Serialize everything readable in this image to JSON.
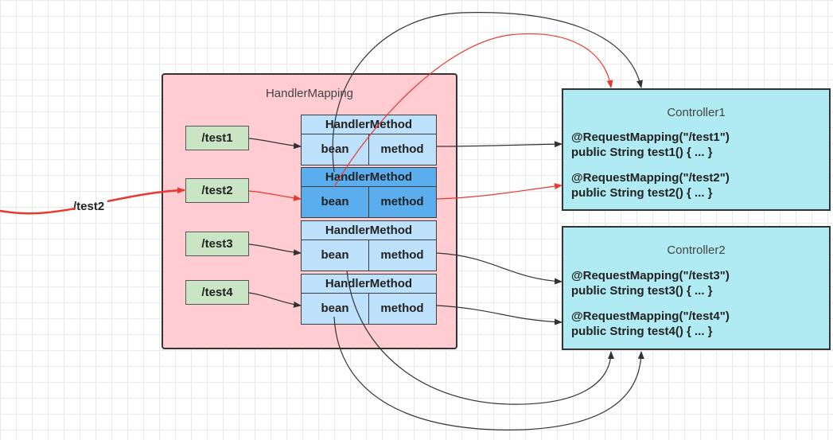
{
  "handler_mapping": {
    "title": "HandlerMapping",
    "paths": [
      "/test1",
      "/test2",
      "/test3",
      "/test4"
    ],
    "handler_methods": [
      {
        "header": "HandlerMethod",
        "bean": "bean",
        "method": "method",
        "active": false
      },
      {
        "header": "HandlerMethod",
        "bean": "bean",
        "method": "method",
        "active": true
      },
      {
        "header": "HandlerMethod",
        "bean": "bean",
        "method": "method",
        "active": false
      },
      {
        "header": "HandlerMethod",
        "bean": "bean",
        "method": "method",
        "active": false
      }
    ]
  },
  "request": {
    "label": "/test2"
  },
  "controllers": [
    {
      "title": "Controller1",
      "methods": [
        {
          "mapping": "@RequestMapping(\"/test1\")",
          "signature": "public String test1() { ... }"
        },
        {
          "mapping": "@RequestMapping(\"/test2\")",
          "signature": "public String test2() { ... }"
        }
      ]
    },
    {
      "title": "Controller2",
      "methods": [
        {
          "mapping": "@RequestMapping(\"/test3\")",
          "signature": "public String test3() { ... }"
        },
        {
          "mapping": "@RequestMapping(\"/test4\")",
          "signature": "public String test4() { ... }"
        }
      ]
    }
  ],
  "colors": {
    "handler_mapping_fill": "#ffccd1",
    "path_fill": "#c9e5c4",
    "handler_method_fill": "#bde0fb",
    "handler_method_active_fill": "#5aaeee",
    "controller_fill": "#b0ebf3",
    "active_arrow": "#e8382f",
    "arrow": "#333333"
  }
}
